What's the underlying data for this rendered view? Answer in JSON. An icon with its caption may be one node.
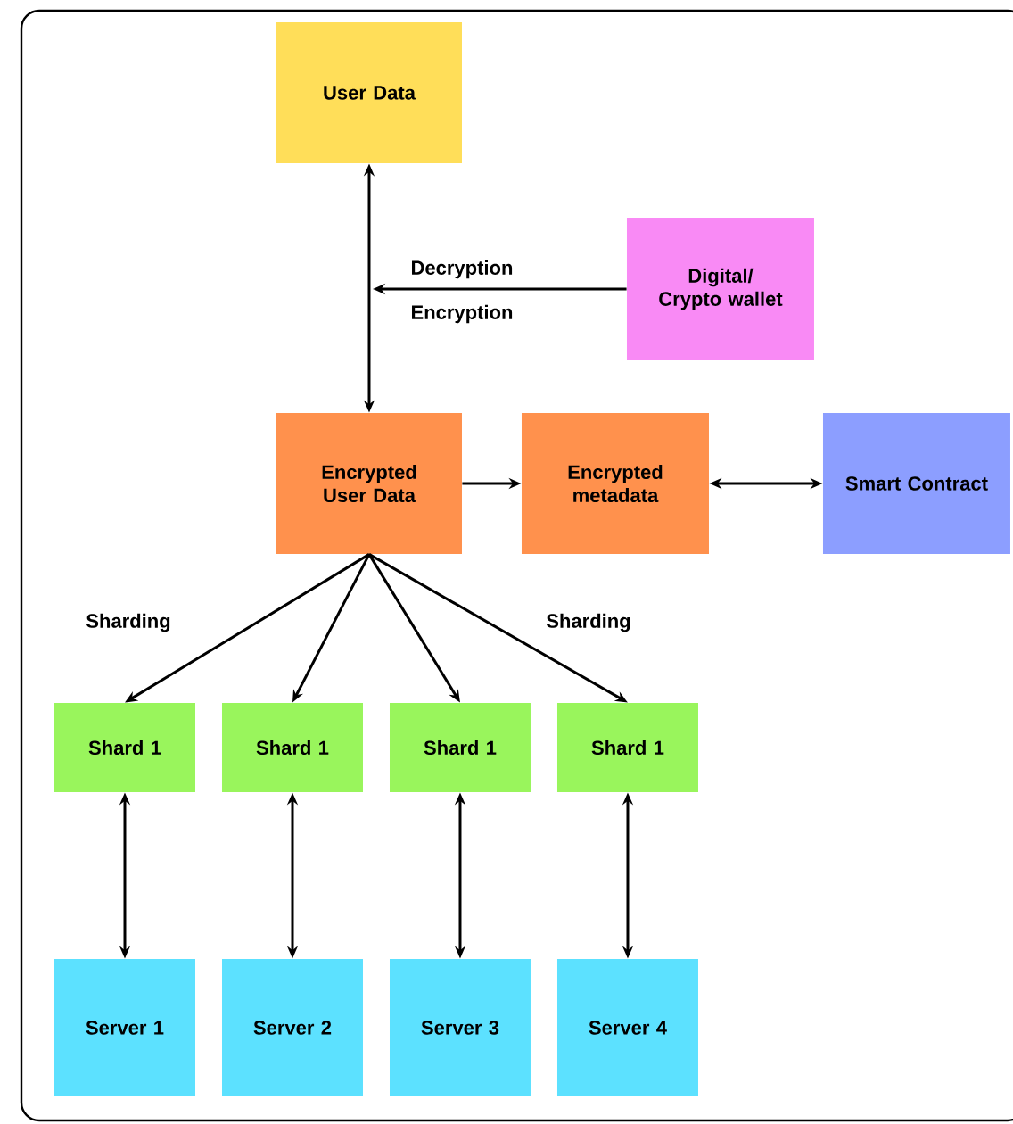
{
  "diagram": {
    "nodes": [
      {
        "text": [
          "User Data"
        ]
      },
      {
        "text": [
          "Digital/ Crypto wallet"
        ]
      },
      {
        "text": [
          "Encrypted User Data"
        ]
      },
      {
        "text": [
          "Encrypted metadata"
        ]
      },
      {
        "text": [
          "Smart Contract"
        ]
      },
      {
        "text": [
          "Shard 1"
        ]
      },
      {
        "text": [
          "Shard 1"
        ]
      },
      {
        "text": [
          "Shard 1"
        ]
      },
      {
        "text": [
          "Shard 1"
        ]
      },
      {
        "text": [
          "Server 1"
        ]
      },
      {
        "text": [
          "Server 2"
        ]
      },
      {
        "text": [
          "Server 3"
        ]
      },
      {
        "text": [
          "Server 4"
        ]
      }
    ],
    "edges": [
      {
        "from": 0,
        "to": 2,
        "arrow": "both"
      },
      {
        "from": 1,
        "to": null,
        "arrow": "to"
      },
      {
        "from": 2,
        "to": 3,
        "arrow": "to"
      },
      {
        "from": 3,
        "to": 4,
        "arrow": "both"
      },
      {
        "from": 2,
        "to": 5,
        "arrow": "to"
      },
      {
        "from": 2,
        "to": 6,
        "arrow": "to"
      },
      {
        "from": 2,
        "to": 7,
        "arrow": "to"
      },
      {
        "from": 2,
        "to": 8,
        "arrow": "to"
      },
      {
        "from": 5,
        "to": 9,
        "arrow": "both"
      },
      {
        "from": 6,
        "to": 10,
        "arrow": "both"
      },
      {
        "from": 7,
        "to": 11,
        "arrow": "both"
      },
      {
        "from": 8,
        "to": 12,
        "arrow": "both"
      }
    ],
    "labels": [
      "Decryption",
      "Encryption",
      "Sharding",
      "Sharding"
    ]
  }
}
